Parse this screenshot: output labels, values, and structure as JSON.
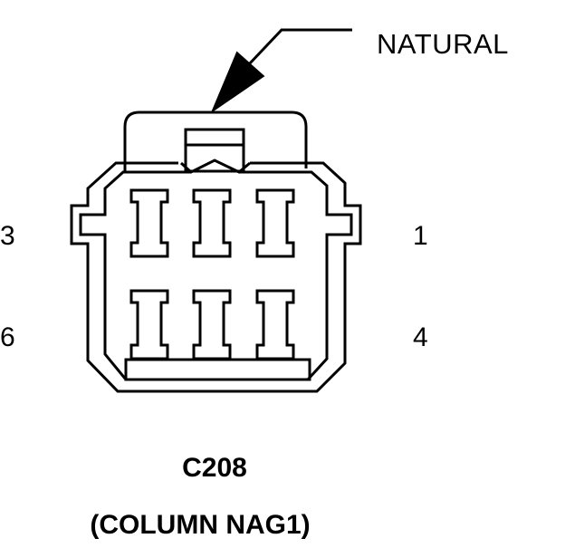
{
  "color_label": "NATURAL",
  "pins": {
    "top_left": "3",
    "top_right": "1",
    "bottom_left": "6",
    "bottom_right": "4"
  },
  "connector": {
    "id": "C208",
    "description": "(COLUMN NAG1)"
  }
}
